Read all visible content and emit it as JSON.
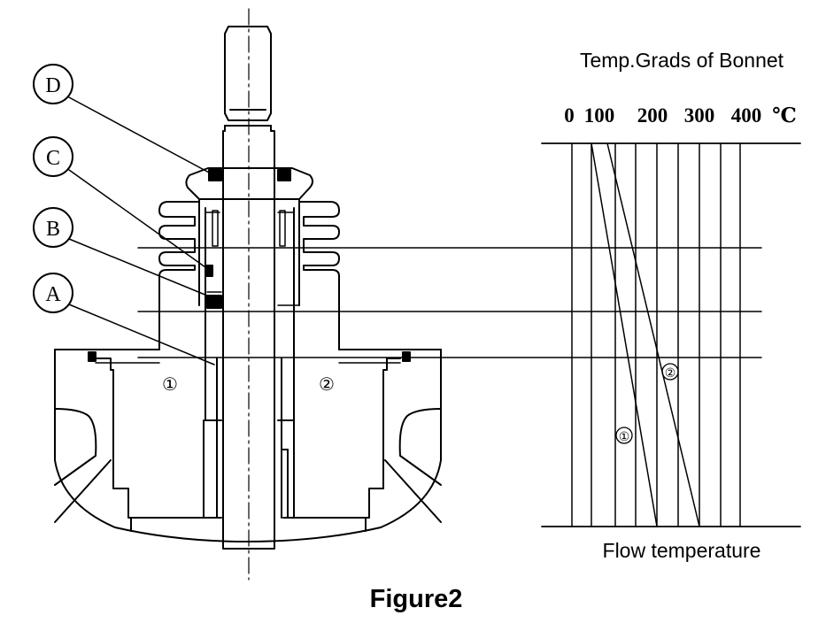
{
  "figure": {
    "caption": "Figure2",
    "callouts": [
      "D",
      "C",
      "B",
      "A"
    ],
    "zone_labels": [
      "①",
      "②"
    ],
    "graph": {
      "title": "Temp.Grads of Bonnet",
      "scale_ticks": [
        "0",
        "100",
        "200",
        "300",
        "400",
        "℃"
      ],
      "curve_labels": [
        "②",
        "①"
      ],
      "footer": "Flow temperature"
    },
    "colors": {
      "ink": "#000000",
      "paper": "#ffffff"
    }
  }
}
